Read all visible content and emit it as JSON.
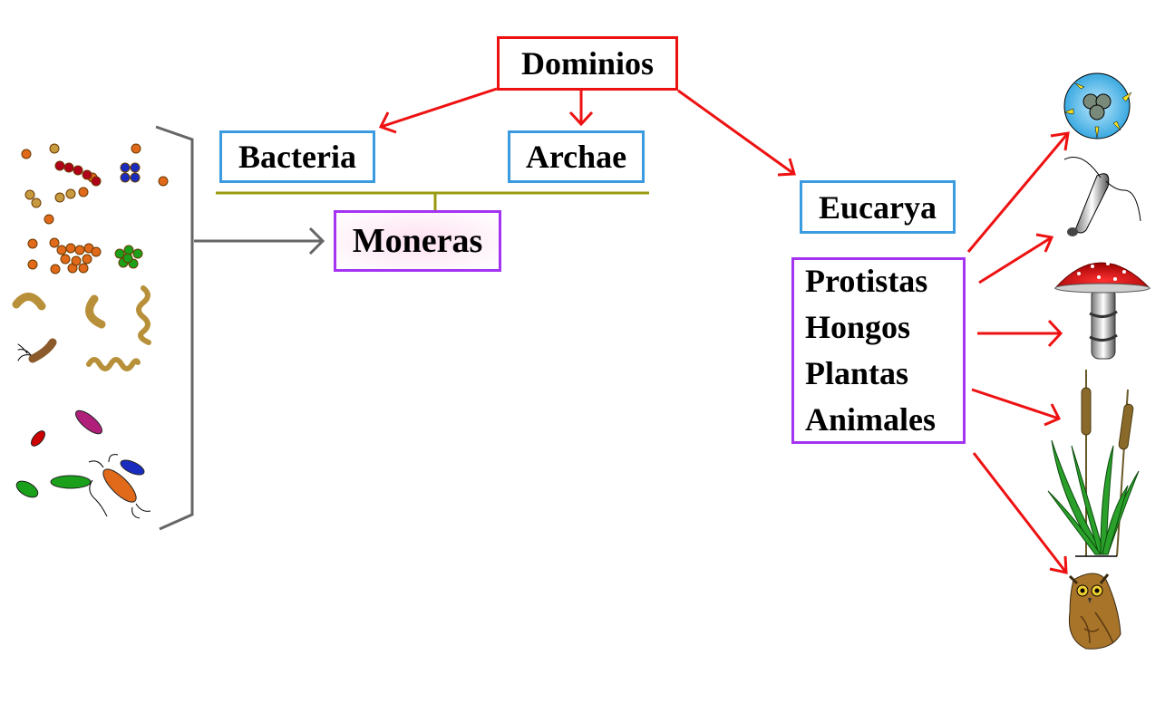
{
  "diagram": {
    "root": {
      "label": "Dominios"
    },
    "domains": [
      {
        "label": "Bacteria"
      },
      {
        "label": "Archae"
      },
      {
        "label": "Eucarya"
      }
    ],
    "prokaryote_group": {
      "label": "Moneras"
    },
    "eukaryote_kingdoms": [
      {
        "label": "Protistas"
      },
      {
        "label": "Hongos"
      },
      {
        "label": "Plantas"
      },
      {
        "label": "Animales"
      }
    ]
  },
  "illustrations": {
    "left": [
      "bacteria-cocci-icon",
      "bacteria-curved-icon",
      "bacteria-spirilla-icon",
      "bacteria-bacilli-icon"
    ],
    "right": [
      "protist-diatom-icon",
      "protist-flagellate-icon",
      "mushroom-icon",
      "cattail-plant-icon",
      "owl-icon"
    ]
  },
  "colors": {
    "arrow": "#ee1111",
    "domain_border": "#3a9be0",
    "group_border": "#a433f2",
    "root_border": "#ee1111",
    "bracket": "#666666",
    "connector": "#9a9a10"
  }
}
